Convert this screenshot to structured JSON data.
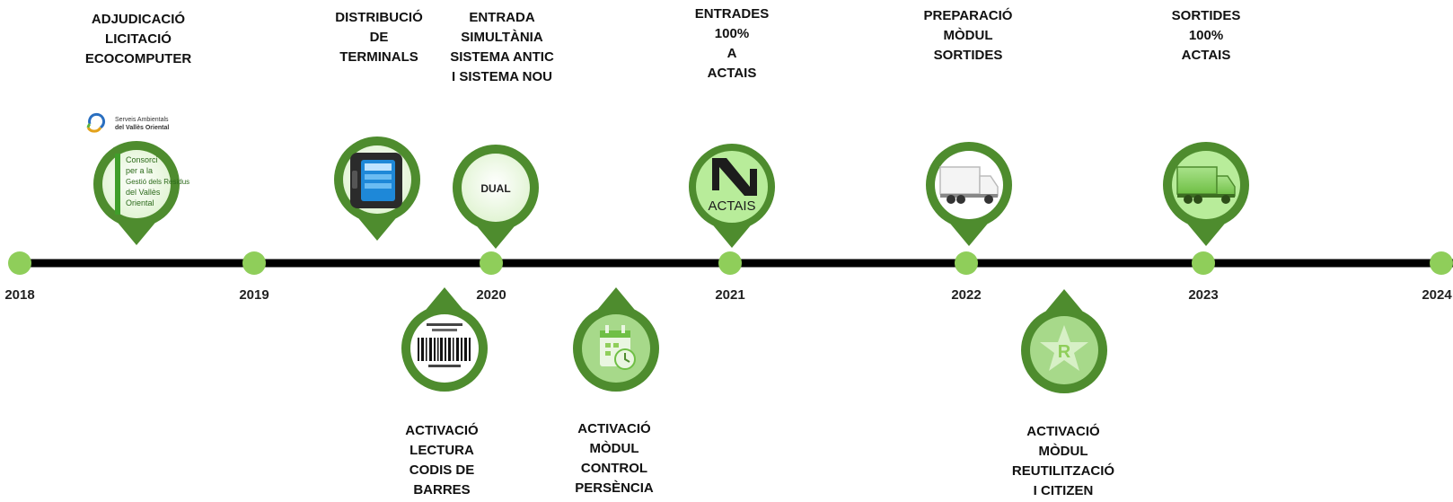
{
  "years": [
    "2018",
    "2019",
    "2020",
    "2021",
    "2022",
    "2023",
    "2024"
  ],
  "events_above": [
    {
      "lines": [
        "ADJUDICACIÓ",
        "LICITACIÓ",
        "ECOCOMPUTER"
      ],
      "icon": "consorci-logo-icon",
      "logo_text": [
        "Serveis Ambientals",
        "del Vallès Oriental"
      ],
      "badge_text": [
        "Consorci",
        "per a la",
        "Gestió dels Residus",
        "del Vallès",
        "Oriental"
      ]
    },
    {
      "lines": [
        "DISTRIBUCIÓ",
        "DE",
        "TERMINALS"
      ],
      "icon": "handheld-terminal-icon"
    },
    {
      "lines": [
        "ENTRADA",
        "SIMULTÀNIA",
        "SISTEMA ANTIC",
        "I SISTEMA NOU"
      ],
      "icon": "dual-icon",
      "badge_text": "DUAL"
    },
    {
      "lines": [
        "ENTRADES",
        "100%",
        "A",
        "ACTAIS"
      ],
      "icon": "actais-logo-icon",
      "badge_text": "ACTAIS"
    },
    {
      "lines": [
        "PREPARACIÓ",
        "MÒDUL",
        "SORTIDES"
      ],
      "icon": "truck-icon"
    },
    {
      "lines": [
        "SORTIDES",
        "100%",
        "ACTAIS"
      ],
      "icon": "truck-icon"
    }
  ],
  "events_below": [
    {
      "lines": [
        "ACTIVACIÓ",
        "LECTURA",
        "CODIS DE",
        "BARRES"
      ],
      "icon": "barcode-icon"
    },
    {
      "lines": [
        "ACTIVACIÓ",
        "MÒDUL",
        "CONTROL",
        "PERSÈNCIA"
      ],
      "icon": "calendar-clock-icon"
    },
    {
      "lines": [
        "ACTIVACIÓ",
        "MÒDUL",
        "REUTILITZACIÓ",
        "I CITIZEN"
      ],
      "icon": "recycle-star-icon"
    }
  ],
  "colors": {
    "pin_dark": "#4e8c2e",
    "pin_light": "#8fce5a",
    "pin_fill": "#cdeeb7",
    "line": "#000000"
  }
}
